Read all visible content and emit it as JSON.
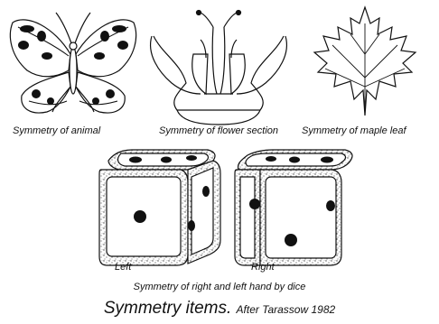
{
  "captions": {
    "animal": "Symmetry of animal",
    "flower": "Symmetry of flower section",
    "leaf": "Symmetry of maple leaf",
    "left_die": "Left",
    "right_die": "Right",
    "dice": "Symmetry of right and left hand by dice"
  },
  "title": {
    "main": "Symmetry items.",
    "credit": "After Tarassow 1982"
  },
  "colors": {
    "ink": "#111111",
    "face": "#ffffff",
    "speckle": "#9a9a9a"
  }
}
